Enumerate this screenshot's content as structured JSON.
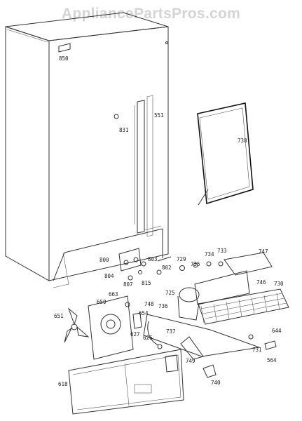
{
  "watermark": "AppliancePartsPros.com",
  "callouts": {
    "c850": "850",
    "c831": "831",
    "c551": "551",
    "c738": "738",
    "c800": "800",
    "c804": "804",
    "c807": "807",
    "c803": "803",
    "c815": "815",
    "c802": "802",
    "c729": "729",
    "c735": "735",
    "c734": "734",
    "c733": "733",
    "c747": "747",
    "c746": "746",
    "c725": "725",
    "c730": "730",
    "c663": "663",
    "c650": "650",
    "c748": "748",
    "c736": "736",
    "c651": "651",
    "c654": "654",
    "c627": "627",
    "c626": "626",
    "c737": "737",
    "c749": "749",
    "c731": "731",
    "c644": "644",
    "c564": "564",
    "c618": "618",
    "c740": "740"
  }
}
